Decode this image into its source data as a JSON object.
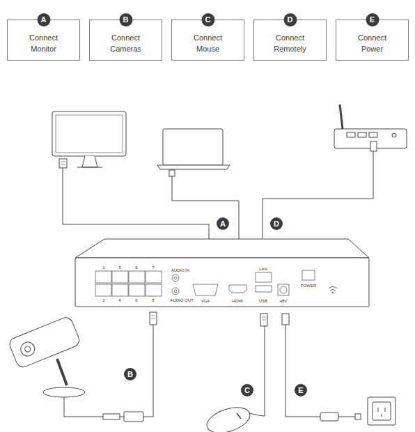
{
  "diagram": {
    "nodes": [
      {
        "text": [
          "A",
          "Connect Monitor"
        ]
      },
      {
        "text": [
          "B",
          "Connect Cameras"
        ]
      },
      {
        "text": [
          "C",
          "Connect Mouse"
        ]
      },
      {
        "text": [
          "D",
          "Connect Remotely"
        ]
      },
      {
        "text": [
          "E",
          "Connect Power"
        ]
      }
    ],
    "labels": [
      "A",
      "D",
      "1",
      "3",
      "5",
      "7",
      "AUDIO IN",
      "LAN",
      "POWER",
      "2",
      "4",
      "6",
      "8",
      "AUDIO OUT",
      "VGA",
      "HDMI",
      "USB",
      "48V",
      "B",
      "C",
      "E"
    ]
  }
}
